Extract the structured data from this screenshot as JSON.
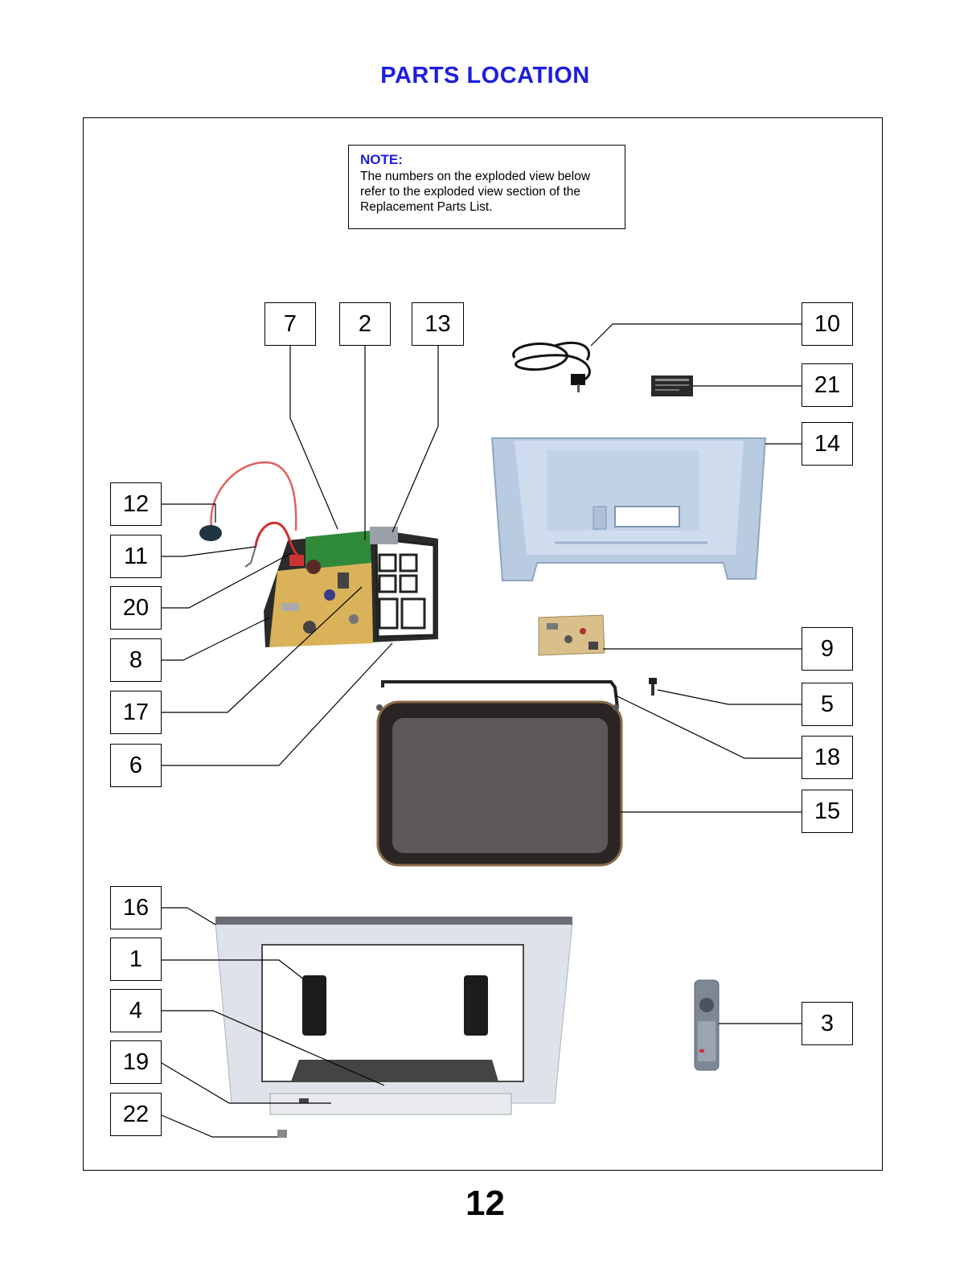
{
  "header": {
    "title": "PARTS LOCATION"
  },
  "note": {
    "title": "NOTE:",
    "line1": "The numbers on the exploded view below",
    "line2": "refer to the exploded view section of the",
    "line3": "Replacement Parts List."
  },
  "callouts": {
    "c7": "7",
    "c2": "2",
    "c13": "13",
    "c10": "10",
    "c21": "21",
    "c14": "14",
    "c12": "12",
    "c11": "11",
    "c20": "20",
    "c8": "8",
    "c17": "17",
    "c6": "6",
    "c9": "9",
    "c5": "5",
    "c18": "18",
    "c15": "15",
    "c16": "16",
    "c1": "1",
    "c4": "4",
    "c19": "19",
    "c22": "22",
    "c3": "3"
  },
  "footer": {
    "page_number": "12"
  }
}
